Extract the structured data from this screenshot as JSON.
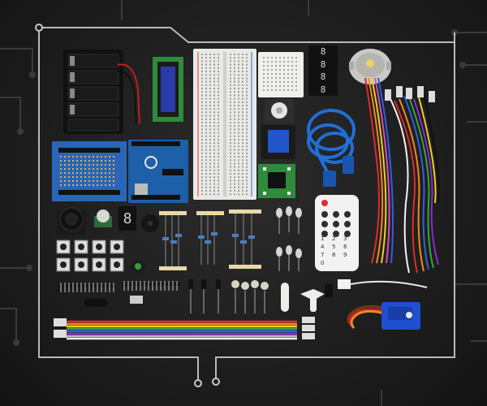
{
  "colors": {
    "background": "#1d1d1d",
    "frame_line": "#b9b9b9",
    "circuit_traces": "#3a3a3a",
    "breadboard": "#e9e9e6",
    "arduino_board": "#1d5fa8",
    "shield_board": "#2a66b8",
    "usb_cable": "#1f6fd6",
    "remote": "#f2f2f2",
    "servo": "#1f4fd0",
    "lcd_screen": "#2a3aa8"
  },
  "remote": {
    "keys": [
      "1",
      "2",
      "3",
      "4",
      "5",
      "6",
      "7",
      "8",
      "9",
      "0"
    ]
  },
  "seven_segment_display": {
    "digits": [
      "8",
      "8",
      "8",
      "8"
    ]
  },
  "single_digit_display": "8"
}
